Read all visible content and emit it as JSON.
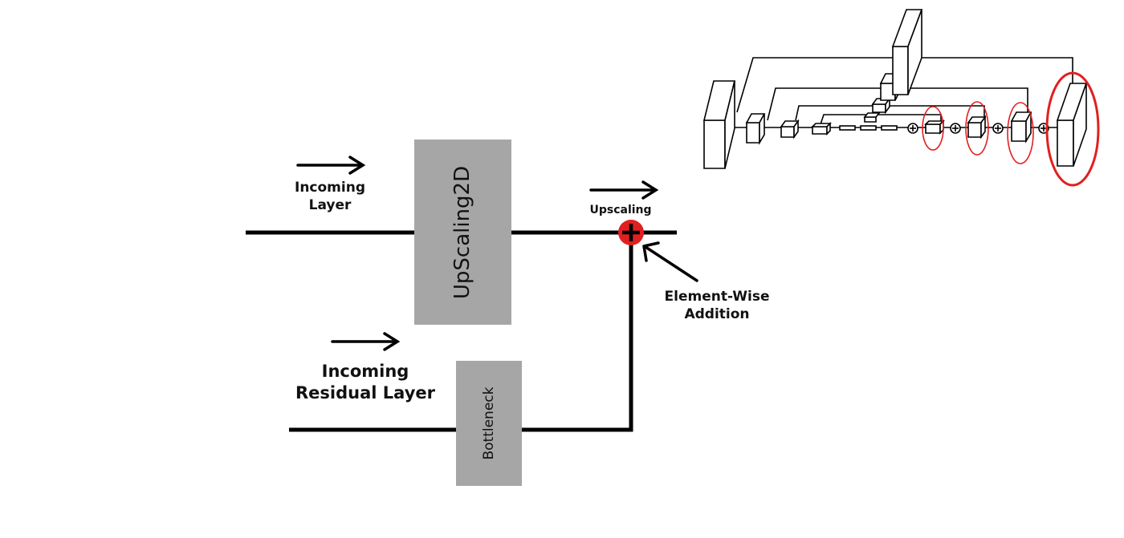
{
  "labels": {
    "incoming_layer": [
      "Incoming",
      "Layer"
    ],
    "upscaling": "Upscaling",
    "element_wise_addition": [
      "Element-Wise",
      "Addition"
    ],
    "incoming_residual_layer": [
      "Incoming",
      "Residual Layer"
    ],
    "upscaling2d_box": "UpScaling2D",
    "bottleneck_box": "Bottleneck"
  },
  "colors": {
    "block_fill": "#a6a6a6",
    "line": "#000000",
    "add_node": "#e02020",
    "highlight": "#e02020",
    "arrow": "#000000"
  },
  "icons": {
    "add_node": "plus-icon",
    "flow_arrow": "arrow-right-icon",
    "pointer_arrow": "arrow-up-left-icon"
  },
  "thumbnail": {
    "description_visible": false,
    "highlighted_stages": 4
  }
}
